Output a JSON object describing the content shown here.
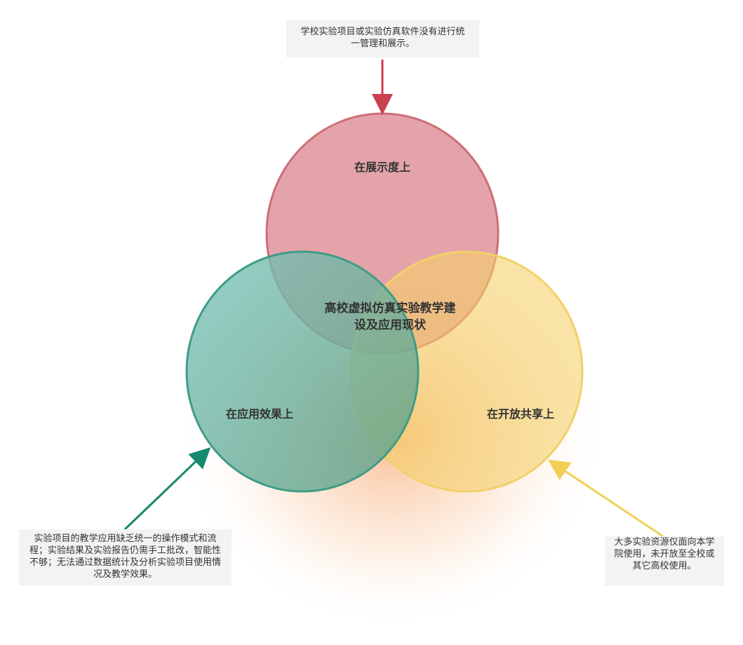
{
  "title": "高校虚拟仿真实验教学建设及应用现状",
  "circles": {
    "top": {
      "label": "在展示度上",
      "color": "#d9848c"
    },
    "left": {
      "label": "在应用效果上",
      "color": "#5aab9a"
    },
    "right": {
      "label": "在开放共享上",
      "color": "#f5d06a"
    }
  },
  "notes": {
    "top": "学校实验项目或实验仿真软件没有进行统一管理和展示。",
    "left": "实验项目的教学应用缺乏统一的操作模式和流程；实验结果及实验报告仍需手工批改，智能性不够；无法通过数据统计及分析实验项目使用情况及教学效果。",
    "right": "大多实验资源仅面向本学院使用，未开放至全校或其它高校使用。"
  },
  "colors": {
    "red": "#c9414f",
    "green": "#168a6f",
    "yellow": "#f2cf55",
    "glow": "#f6a56a"
  }
}
